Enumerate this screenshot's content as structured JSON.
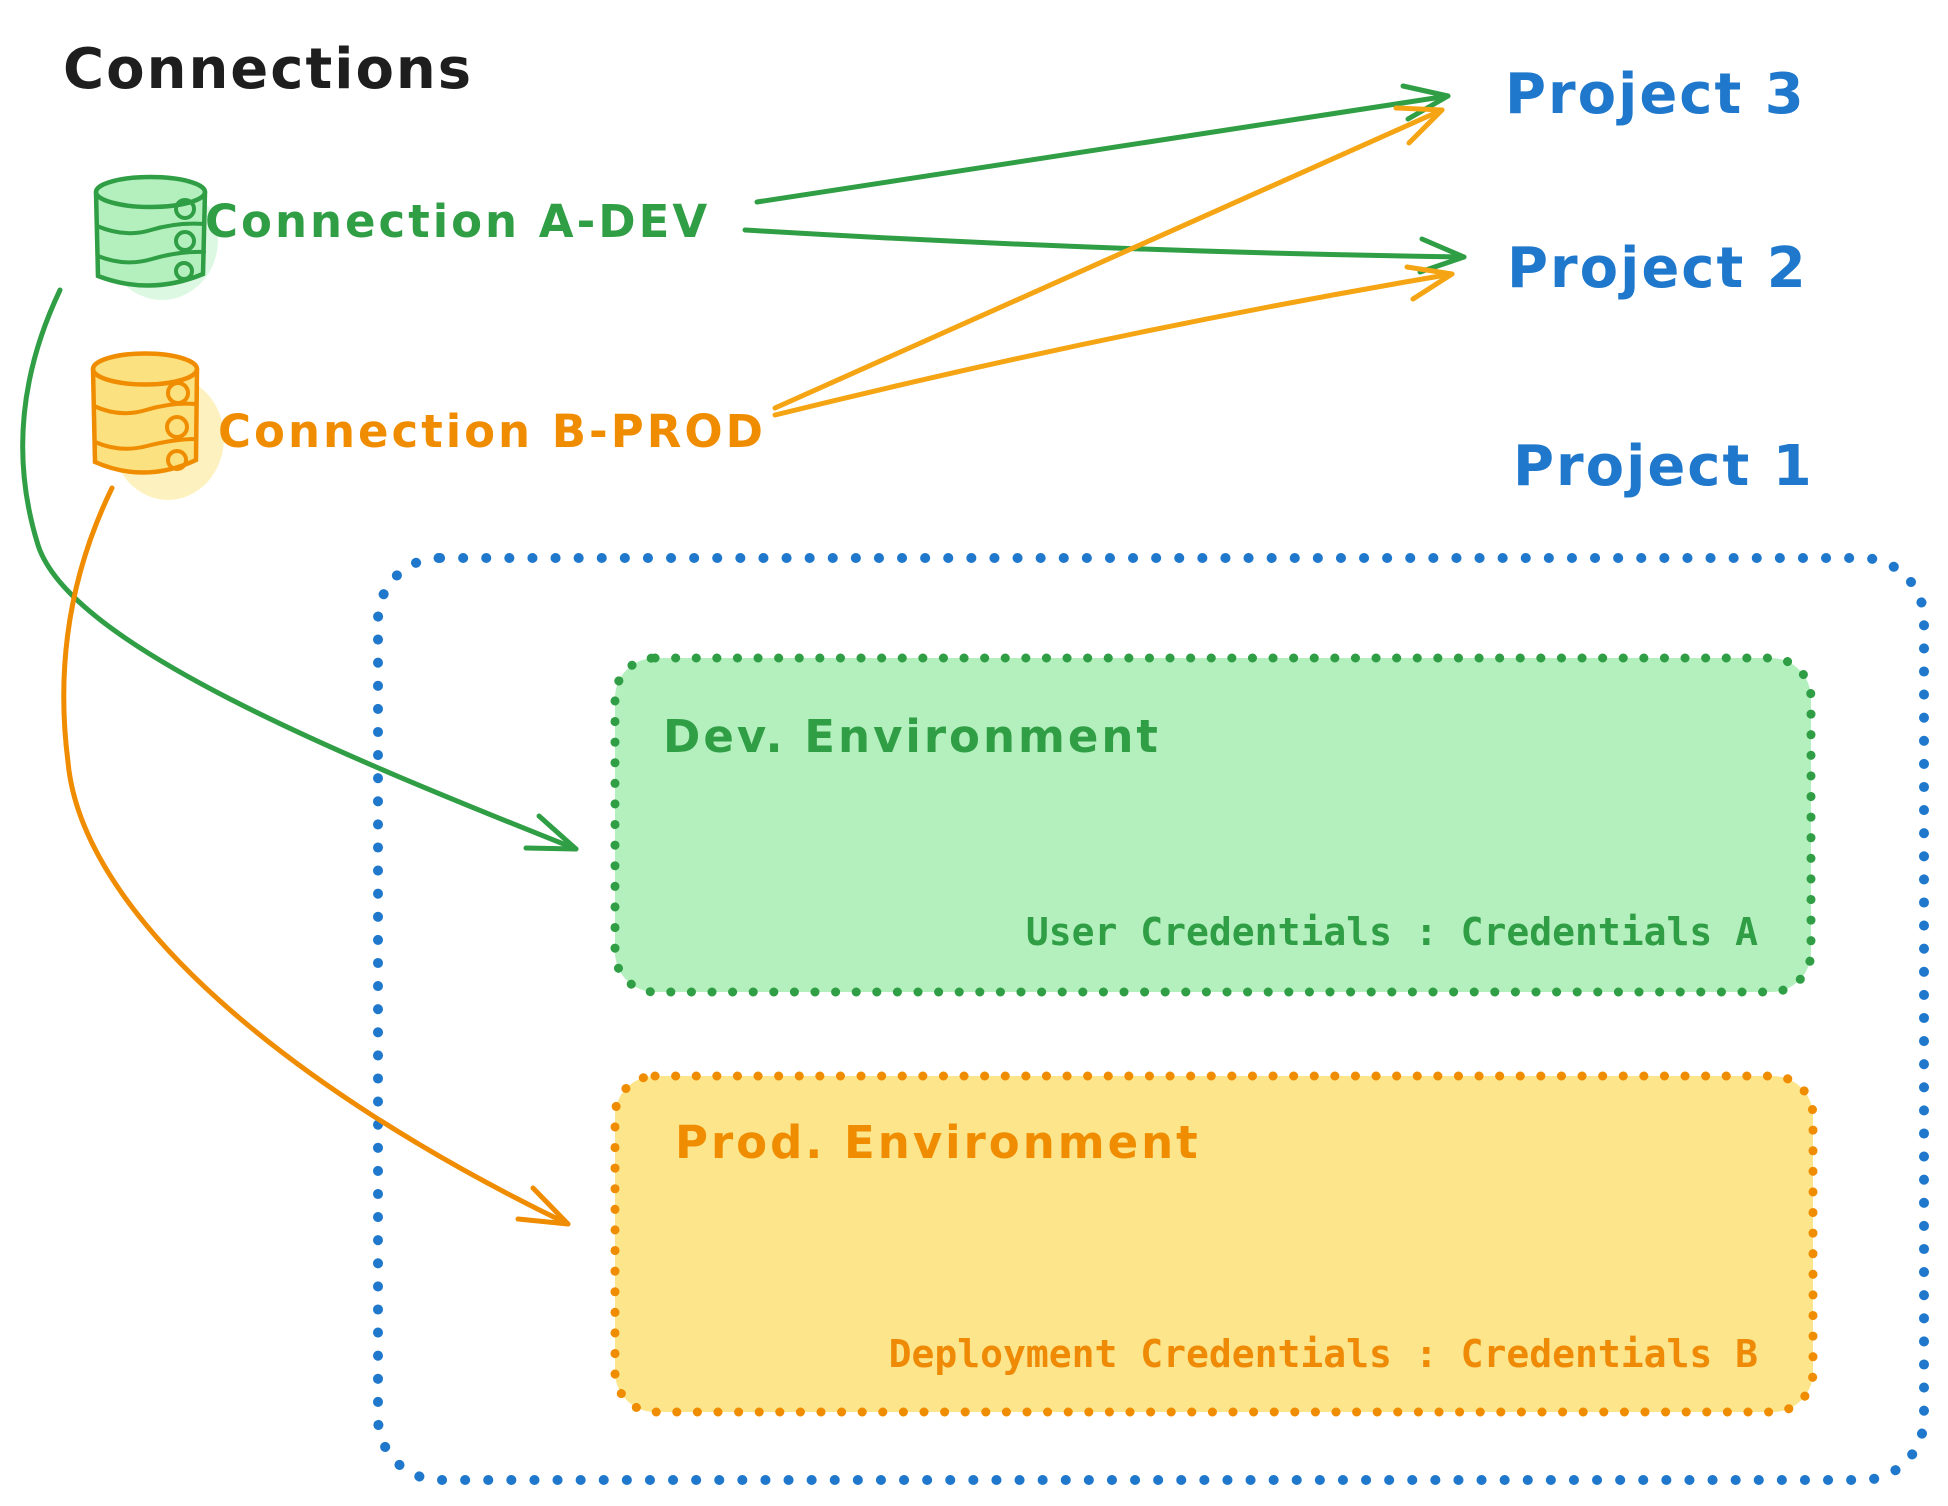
{
  "diagram_title": "Connections",
  "colors": {
    "green_stroke": "#2f9e44",
    "green_fill": "#b4efbe",
    "orange_stroke": "#f08c00",
    "orange_fill": "#fbe58a",
    "blue": "#1f78cb",
    "ink": "#1e1e1e"
  },
  "connections": [
    {
      "label": "Connection A-DEV"
    },
    {
      "label": "Connection B-PROD"
    }
  ],
  "projects": [
    {
      "label": "Project 3"
    },
    {
      "label": "Project 2"
    },
    {
      "label": "Project 1"
    }
  ],
  "environments": {
    "dev": {
      "label": "Dev. Environment",
      "credentials": "User Credentials : Credentials A"
    },
    "prod": {
      "label": "Prod. Environment",
      "credentials": "Deployment Credentials : Credentials B"
    }
  }
}
